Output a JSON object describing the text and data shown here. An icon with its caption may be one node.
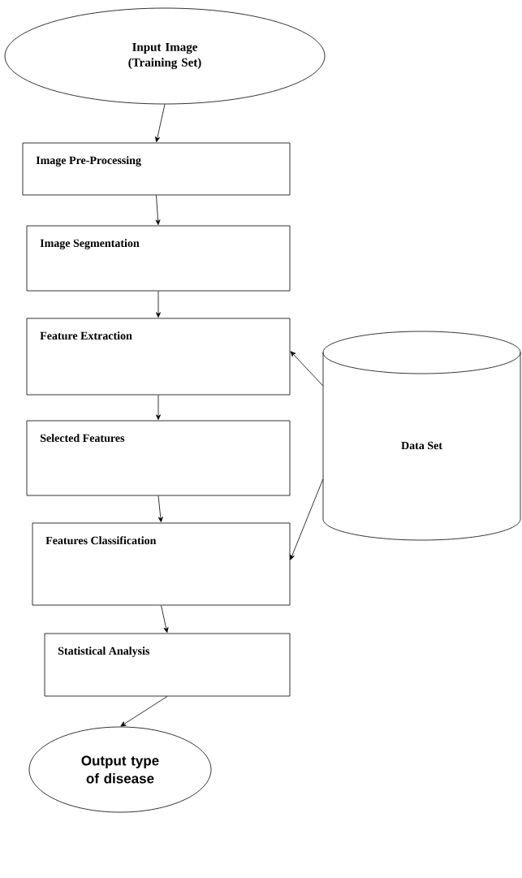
{
  "diagram": {
    "nodes": [
      {
        "text": [
          "Input Image (Training Set)"
        ]
      },
      {
        "text": [
          "Image Pre-Processing"
        ]
      },
      {
        "text": [
          "Image Segmentation"
        ]
      },
      {
        "text": [
          "Feature Extraction"
        ]
      },
      {
        "text": [
          "Selected Features"
        ]
      },
      {
        "text": [
          "Features Classification"
        ]
      },
      {
        "text": [
          "Statistical Analysis"
        ]
      },
      {
        "text": [
          "Output type of disease"
        ]
      },
      {
        "text": [
          "Data Set"
        ]
      }
    ],
    "edges": [
      {
        "from": 0,
        "to": 1,
        "arrow": "to"
      },
      {
        "from": 1,
        "to": 2,
        "arrow": "to"
      },
      {
        "from": 2,
        "to": 3,
        "arrow": "to"
      },
      {
        "from": 3,
        "to": 4,
        "arrow": "to"
      },
      {
        "from": 4,
        "to": 5,
        "arrow": "to"
      },
      {
        "from": 5,
        "to": 6,
        "arrow": "to"
      },
      {
        "from": 6,
        "to": 7,
        "arrow": "to"
      },
      {
        "from": 8,
        "to": 3,
        "arrow": "to"
      },
      {
        "from": 8,
        "to": 5,
        "arrow": "to"
      }
    ]
  }
}
